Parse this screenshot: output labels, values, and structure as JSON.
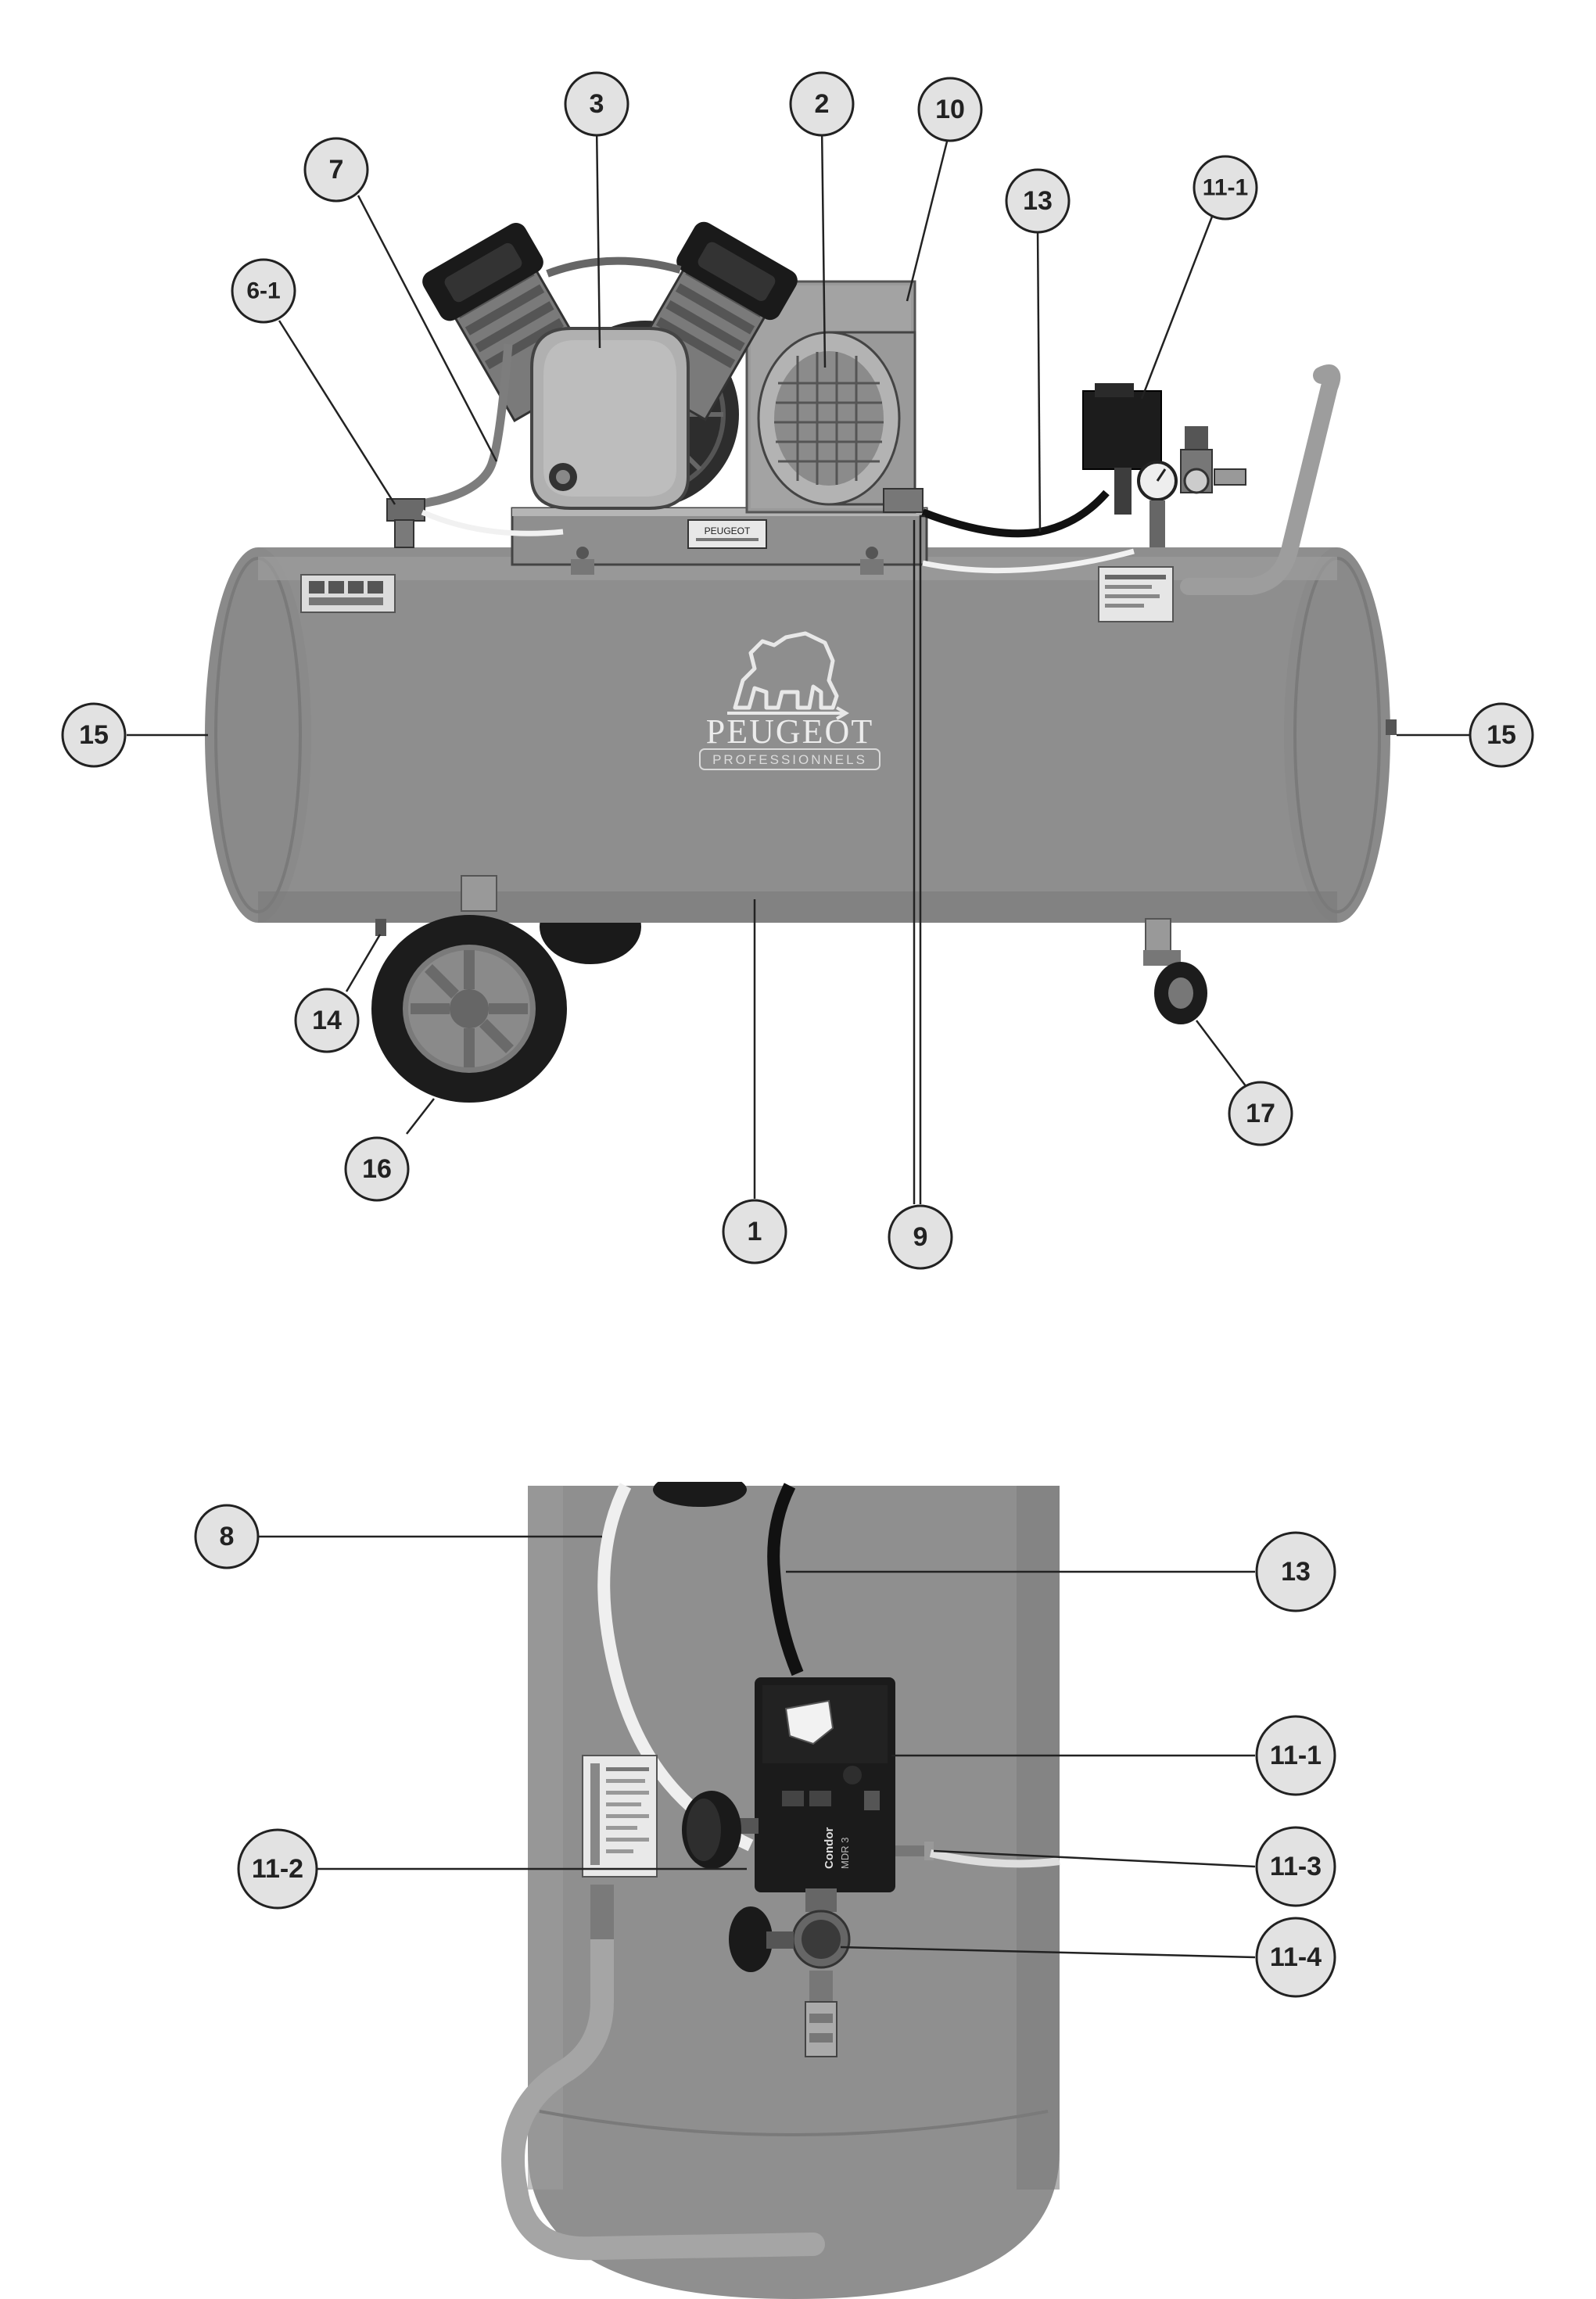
{
  "colors": {
    "tank": "#8e8e8e",
    "tank_dark": "#6d6d6d",
    "tank_light": "#a7a7a7",
    "metal_dark": "#3a3a3a",
    "black": "#151515",
    "bubble_fill": "#e2e2e2",
    "line": "#222222",
    "hose_white": "#f1f1f1"
  },
  "brand": {
    "name": "PEUGEOT",
    "tagline": "PROFESSIONNELS",
    "plate_name": "PEUGEOT"
  },
  "switch_label": {
    "brand": "Condor",
    "model": "MDR 3"
  },
  "callouts_top": [
    {
      "id": "c-3",
      "label": "3"
    },
    {
      "id": "c-2",
      "label": "2"
    },
    {
      "id": "c-10",
      "label": "10"
    },
    {
      "id": "c-7",
      "label": "7"
    },
    {
      "id": "c-13",
      "label": "13"
    },
    {
      "id": "c-11-1",
      "label": "11-1"
    },
    {
      "id": "c-6-1",
      "label": "6-1"
    },
    {
      "id": "c-15-left",
      "label": "15"
    },
    {
      "id": "c-15-right",
      "label": "15"
    },
    {
      "id": "c-14",
      "label": "14"
    },
    {
      "id": "c-17",
      "label": "17"
    },
    {
      "id": "c-16",
      "label": "16"
    },
    {
      "id": "c-1",
      "label": "1"
    },
    {
      "id": "c-9",
      "label": "9"
    }
  ],
  "callouts_bottom": [
    {
      "id": "d-8",
      "label": "8"
    },
    {
      "id": "d-13",
      "label": "13"
    },
    {
      "id": "d-11-1",
      "label": "11-1"
    },
    {
      "id": "d-11-2",
      "label": "11-2"
    },
    {
      "id": "d-11-3",
      "label": "11-3"
    },
    {
      "id": "d-11-4",
      "label": "11-4"
    }
  ]
}
